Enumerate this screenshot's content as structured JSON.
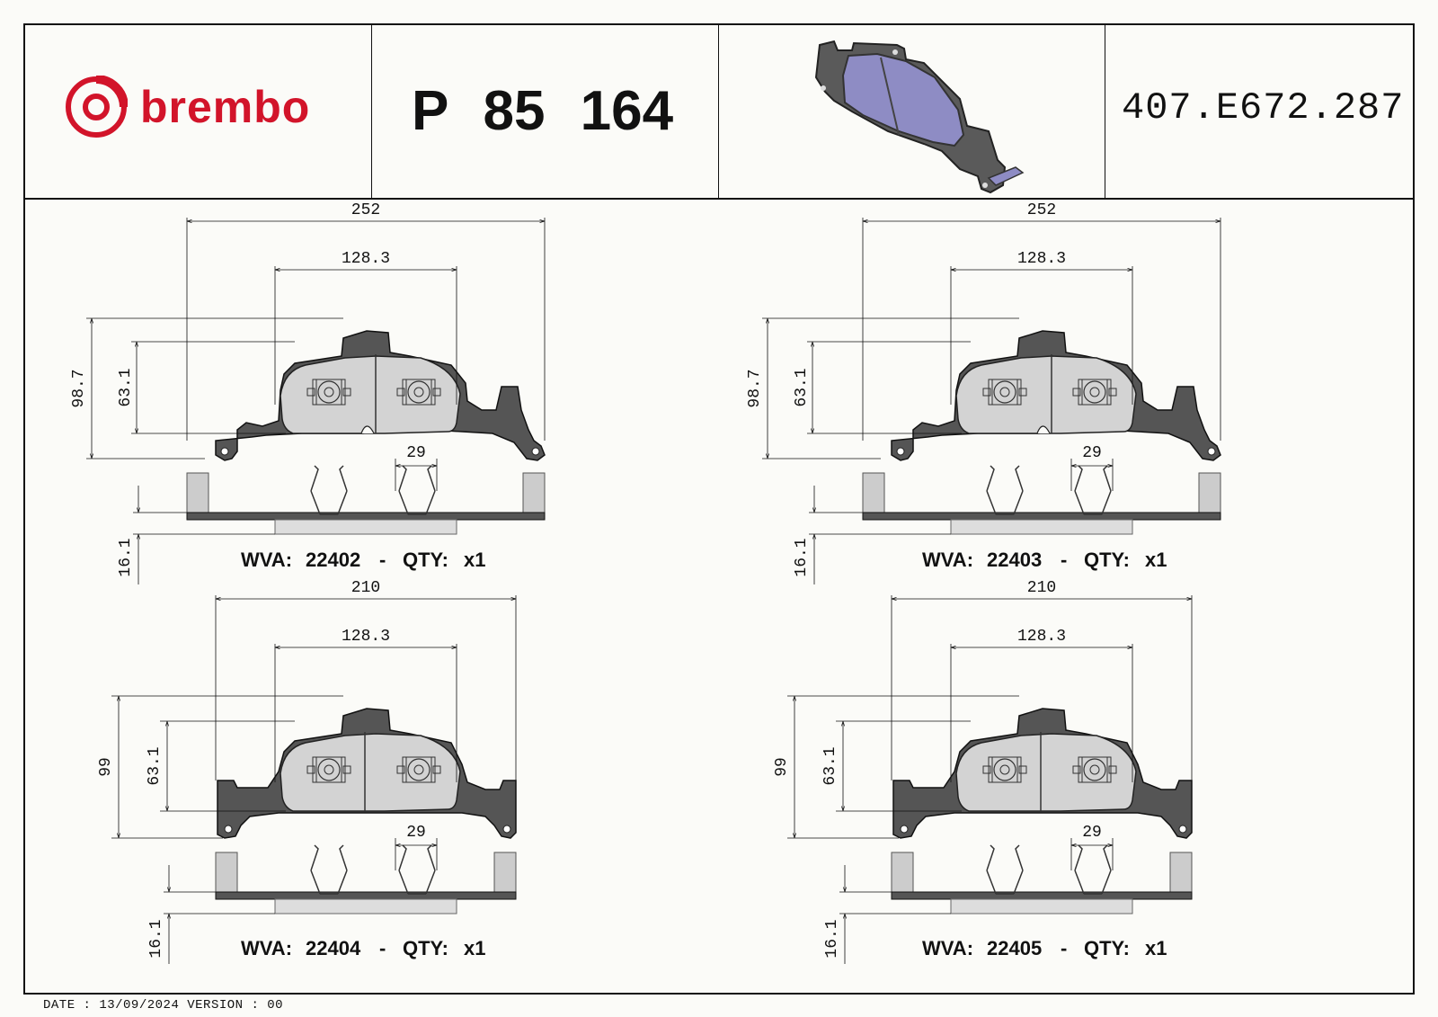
{
  "brand": {
    "name": "brembo",
    "color": "#d2142a"
  },
  "header": {
    "part_number": "P 85 164",
    "reference": "407.E672.287"
  },
  "pads": [
    {
      "width": "252",
      "center_distance": "128.3",
      "height": "98.7",
      "pad_height": "63.1",
      "clip_spacing": "29",
      "thickness": "16.1",
      "wva_label": "WVA:",
      "wva": "22402",
      "qty_label": "QTY:",
      "qty": "x1"
    },
    {
      "width": "252",
      "center_distance": "128.3",
      "height": "98.7",
      "pad_height": "63.1",
      "clip_spacing": "29",
      "thickness": "16.1",
      "wva_label": "WVA:",
      "wva": "22403",
      "qty_label": "QTY:",
      "qty": "x1"
    },
    {
      "width": "210",
      "center_distance": "128.3",
      "height": "99",
      "pad_height": "63.1",
      "clip_spacing": "29",
      "thickness": "16.1",
      "wva_label": "WVA:",
      "wva": "22404",
      "qty_label": "QTY:",
      "qty": "x1"
    },
    {
      "width": "210",
      "center_distance": "128.3",
      "height": "99",
      "pad_height": "63.1",
      "clip_spacing": "29",
      "thickness": "16.1",
      "wva_label": "WVA:",
      "wva": "22405",
      "qty_label": "QTY:",
      "qty": "x1"
    }
  ],
  "footer": {
    "date_label": "DATE :",
    "date": "13/09/2024",
    "version_label": "VERSION :",
    "version": "00"
  },
  "colors": {
    "pad_friction": "#d3d3d3",
    "backing_plate": "#555555",
    "render_pad": "#8e8cc4",
    "render_plate": "#5a5a5a"
  }
}
